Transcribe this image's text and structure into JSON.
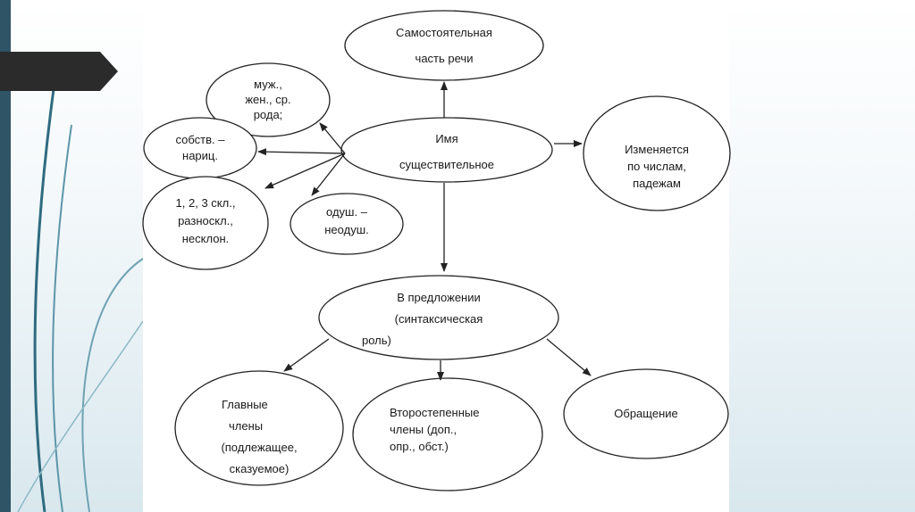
{
  "nodes": {
    "independent_pos": {
      "line1": "Самостоятельная",
      "line2": "часть речи"
    },
    "noun": {
      "line1": "Имя",
      "line2": "существительное"
    },
    "gender": {
      "line1": "муж.,",
      "line2": "жен., ср.",
      "line3": "рода;"
    },
    "proper_common": {
      "line1": "собств. –",
      "line2": "нариц."
    },
    "declension": {
      "line1": "1, 2, 3 скл.,",
      "line2": "разноскл.,",
      "line3": "несклон."
    },
    "animacy": {
      "line1": "одуш. –",
      "line2": "неодуш."
    },
    "changes": {
      "line1": "Изменяется",
      "line2": "по числам,",
      "line3": "падежам"
    },
    "in_sentence": {
      "line1": "В предложении",
      "line2": "(синтаксическая",
      "line3": "роль)"
    },
    "main_members": {
      "line1": "Главные",
      "line2": "члены",
      "line3": "(подлежащее,",
      "line4": "сказуемое)"
    },
    "secondary_members": {
      "line1": "Второстепенные",
      "line2": "члены  (доп.,",
      "line3": "опр., обст.)"
    },
    "address": {
      "line1": "Обращение"
    }
  },
  "colors": {
    "sidebar": "#2f5466",
    "tab": "#2b2b2b",
    "line": "#222222"
  }
}
